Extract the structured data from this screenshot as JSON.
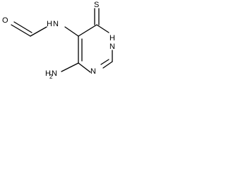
{
  "molecule": {
    "atoms": {
      "o": "O",
      "nh_amide": "N",
      "h_amide": "H",
      "s": "S",
      "nh_ring": "N",
      "h_ring": "H",
      "n_ring": "N",
      "nh2_n": "N",
      "nh2_h": "H",
      "nh2_sub": "2"
    }
  }
}
